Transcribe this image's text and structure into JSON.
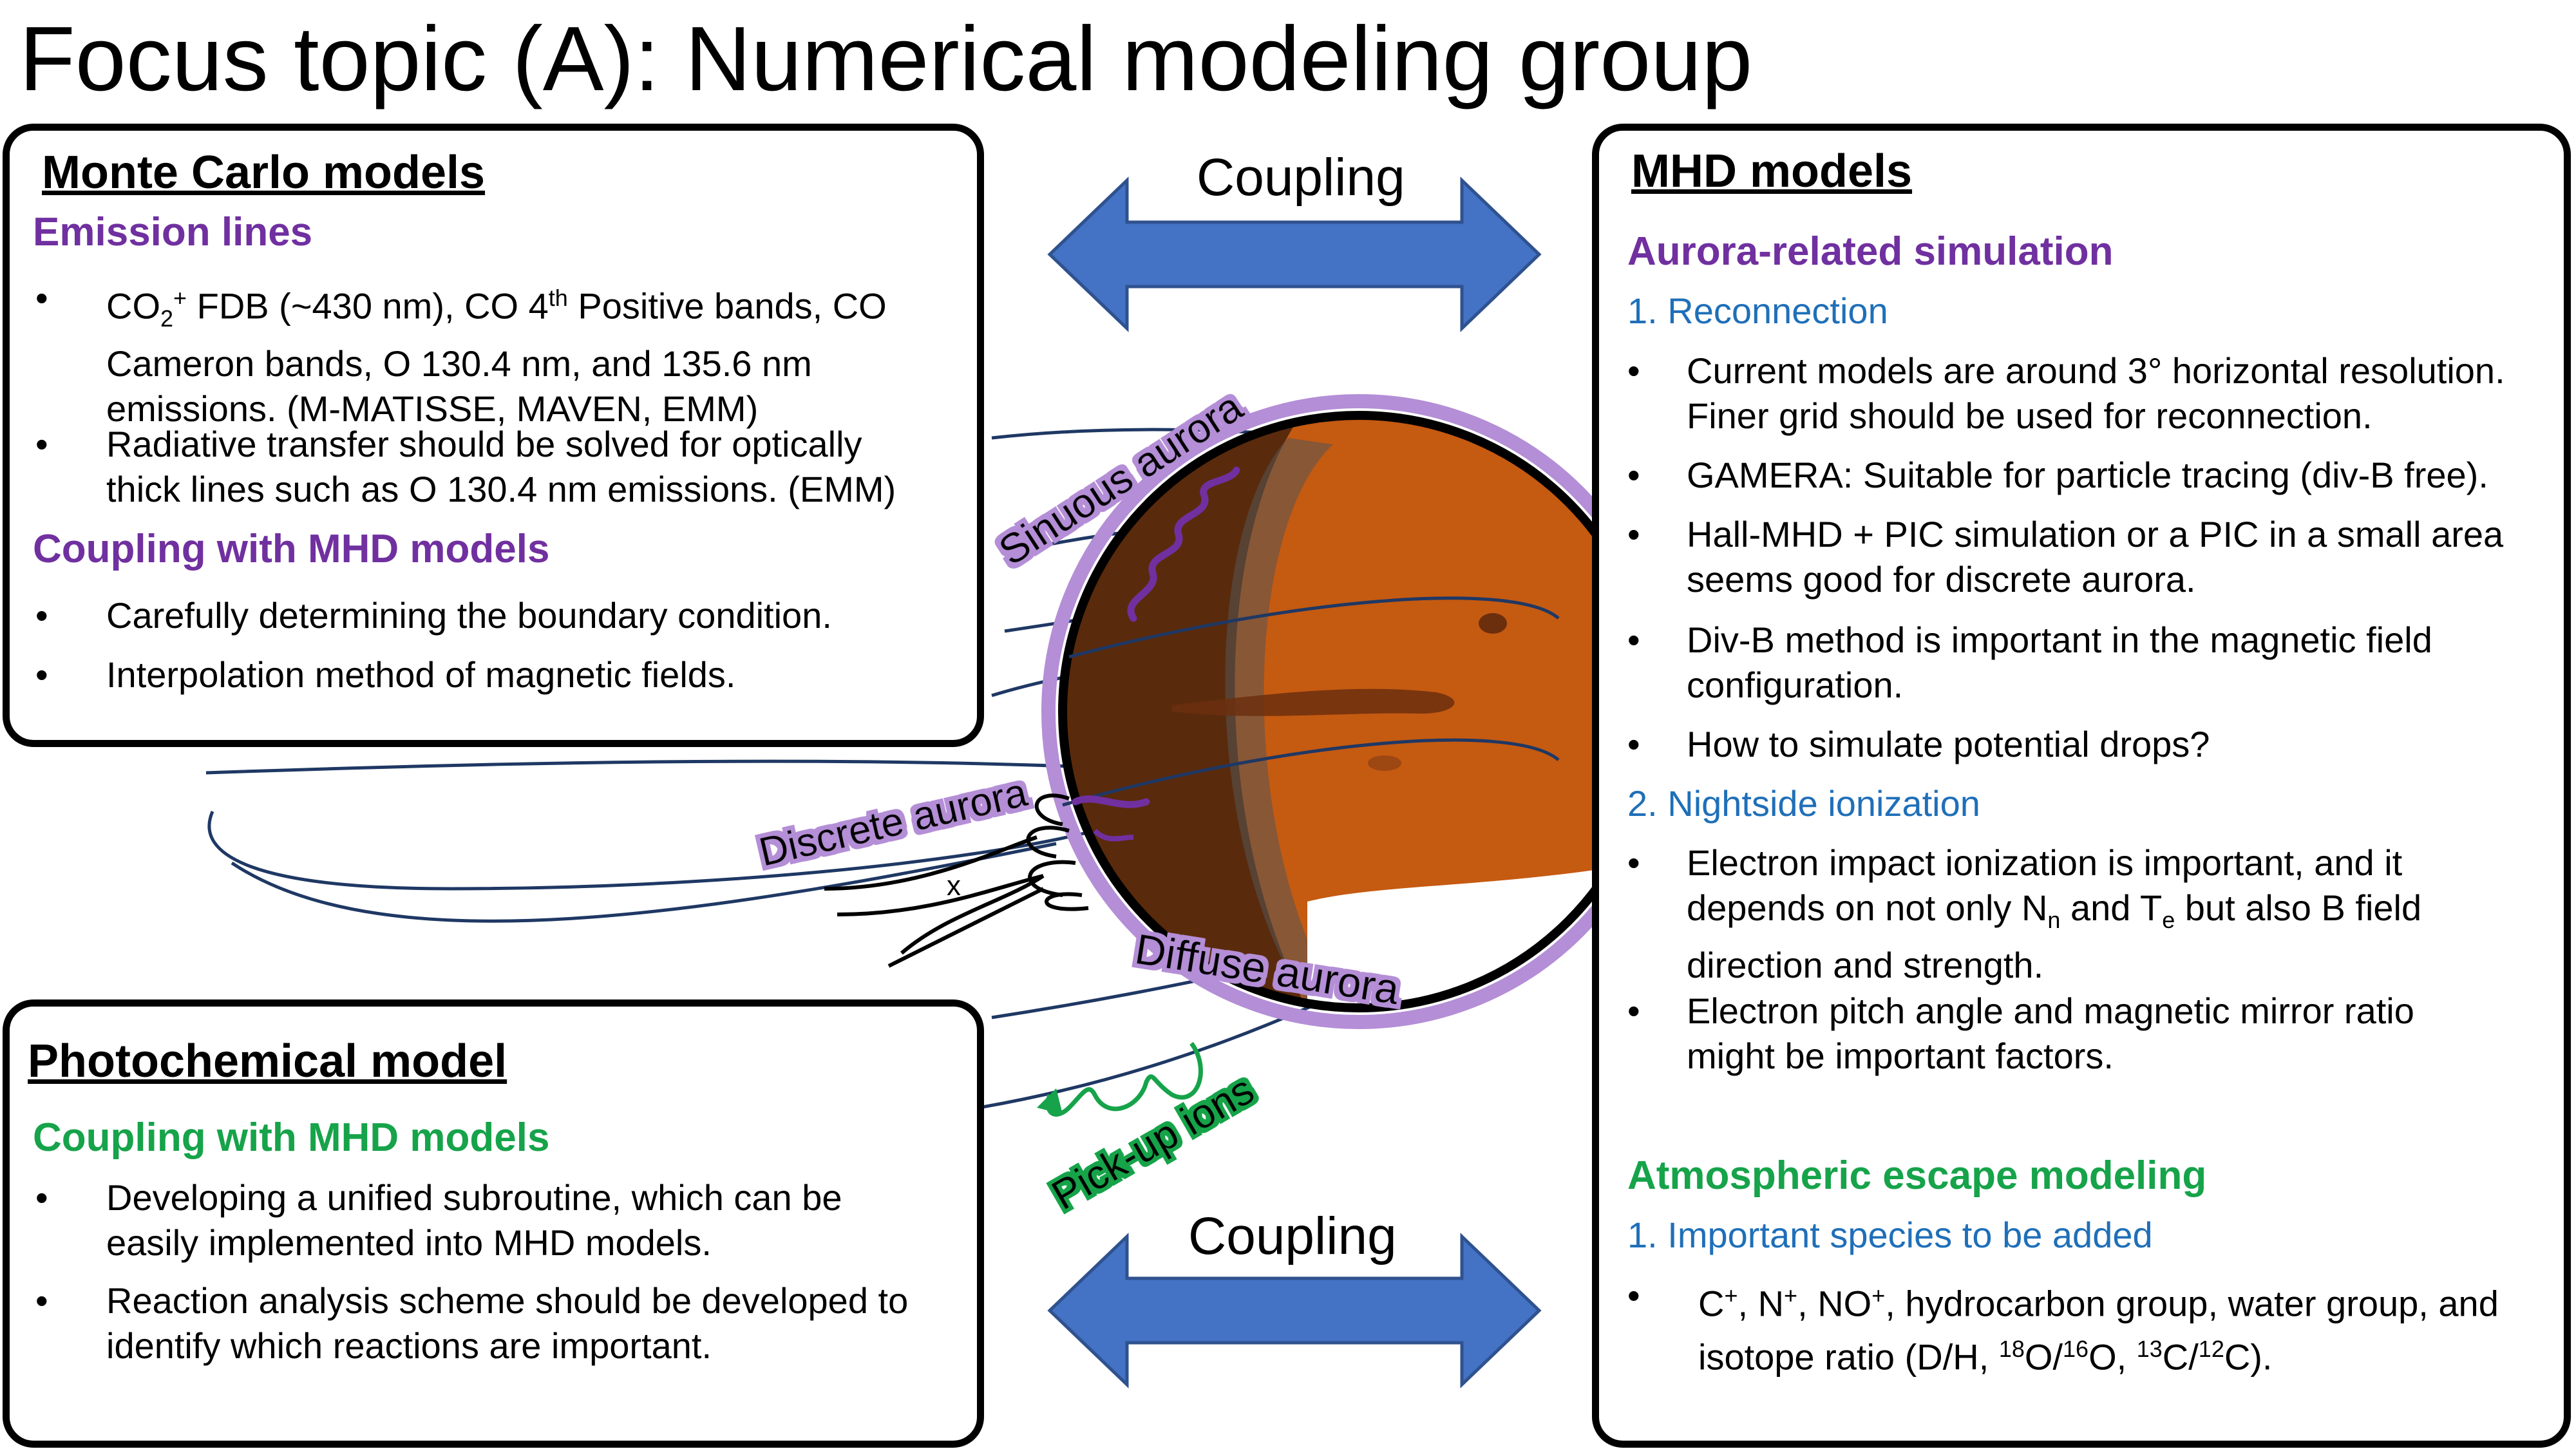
{
  "title": "Focus topic (A): Numerical modeling group",
  "coupling_top": "Coupling",
  "coupling_bottom": "Coupling",
  "monte_carlo": {
    "title": "Monte Carlo models",
    "emission_heading": "Emission lines",
    "emission_bullets": [
      [
        "CO",
        "2",
        "+",
        " FDB (~430 nm), CO 4",
        "th",
        " Positive bands, CO"
      ],
      "Cameron bands, O 130.4 nm, and 135.6 nm",
      "emissions. (M-MATISSE, MAVEN, EMM)",
      "Radiative transfer should be solved for optically",
      "thick lines such as O 130.4 nm emissions. (EMM)"
    ],
    "coupling_heading": "Coupling with MHD models",
    "coupling_bullets": [
      "Carefully determining the boundary condition.",
      "Interpolation method of magnetic fields."
    ]
  },
  "mhd": {
    "title": "MHD models",
    "aurora_heading": "Aurora-related simulation",
    "item1": "1.  Reconnection",
    "reconnection_bullets": [
      "Current models are around 3° horizontal resolution.",
      "Finer grid should be used for reconnection.",
      "GAMERA: Suitable for particle tracing (div-B free).",
      "Hall-MHD + PIC simulation or a PIC in a small area",
      "seems good for discrete aurora.",
      "Div-B method is important in the magnetic field",
      "configuration.",
      "How to simulate potential drops?"
    ],
    "item2": "2.  Nightside ionization",
    "ionization_bullets": [
      "Electron impact ionization is important, and it",
      [
        "depends on not only N",
        "n",
        " and T",
        "e",
        " but also B field"
      ],
      "direction and strength.",
      "Electron pitch angle and magnetic mirror ratio",
      "might be important factors."
    ],
    "escape_heading": "Atmospheric escape modeling",
    "item3": "1.  Important species to be added",
    "species_lines": [
      [
        "C",
        "+",
        ", N",
        "+",
        ", NO",
        "+",
        ", hydrocarbon group, water group, and"
      ],
      [
        "isotope ratio (D/H, ",
        "18",
        "O/",
        "16",
        "O, ",
        "13",
        "C/",
        "12",
        "C)."
      ]
    ]
  },
  "photochemical": {
    "title": "Photochemical model",
    "coupling_heading": "Coupling with MHD models",
    "bullets": [
      "Developing a unified subroutine, which can be",
      "easily implemented into MHD models.",
      "Reaction analysis scheme should be developed to",
      "identify which reactions are important."
    ]
  },
  "diagram_labels": {
    "sinuous": "Sinuous aurora",
    "discrete": "Discrete aurora",
    "diffuse": "Diffuse aurora",
    "pickup": "Pick-up ions",
    "x_mark": "x"
  },
  "colors": {
    "arrow_fill": "#4472c4",
    "arrow_stroke": "#2f528f",
    "mars_day": "#c55a11",
    "mars_night": "#5a2a0c",
    "aurora_purple": "#7030a0",
    "halo_purple": "#b48ed6",
    "field_lines": "#1f3864",
    "pickup_green": "#16a34a"
  }
}
